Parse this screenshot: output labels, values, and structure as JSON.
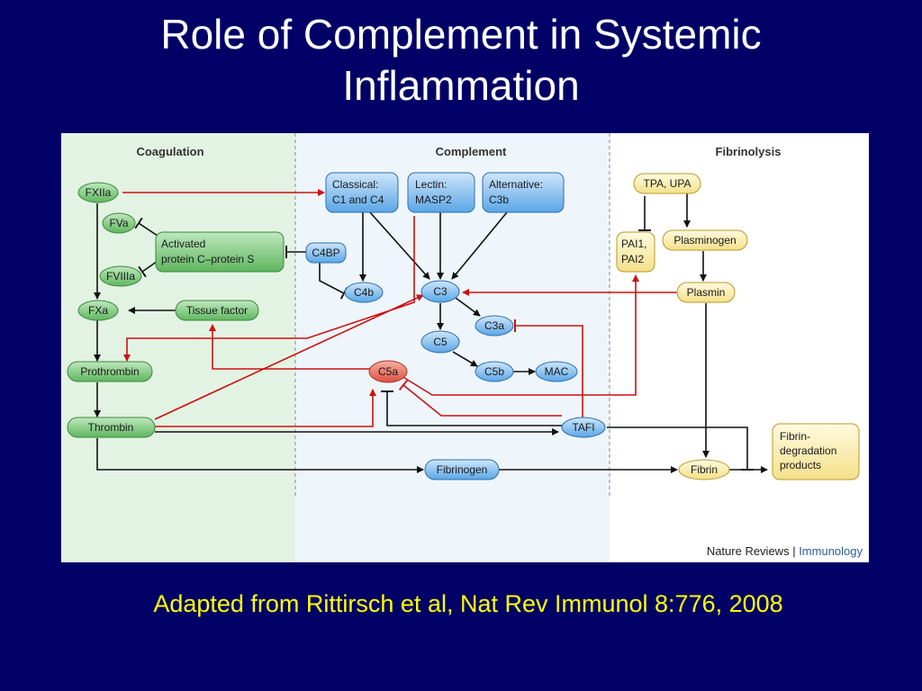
{
  "title": {
    "line1": "Role of Complement in Systemic",
    "line2": "Inflammation"
  },
  "figure": {
    "sections": {
      "coagulation": "Coagulation",
      "complement": "Complement",
      "fibrinolysis": "Fibrinolysis"
    },
    "nodes": {
      "fxiia": "FXIIa",
      "fva": "FVa",
      "fviiia": "FVIIIa",
      "apc1": "Activated",
      "apc2": "protein C–protein S",
      "fxa": "FXa",
      "tissue_factor": "Tissue factor",
      "prothrombin": "Prothrombin",
      "thrombin": "Thrombin",
      "classical1": "Classical:",
      "classical2": "C1 and C4",
      "lectin1": "Lectin:",
      "lectin2": "MASP2",
      "alternative1": "Alternative:",
      "alternative2": "C3b",
      "c4bp": "C4BP",
      "c4b": "C4b",
      "c3": "C3",
      "c3a": "C3a",
      "c5": "C5",
      "c5a": "C5a",
      "c5b": "C5b",
      "mac": "MAC",
      "tafi": "TAFI",
      "fibrinogen": "Fibrinogen",
      "tpa_upa": "TPA, UPA",
      "pai1": "PAI1,",
      "pai2": "PAI2",
      "plasminogen": "Plasminogen",
      "plasmin": "Plasmin",
      "fibrin": "Fibrin",
      "fdp1": "Fibrin-",
      "fdp2": "degradation",
      "fdp3": "products"
    },
    "credit": {
      "journal": "Nature Reviews",
      "sep": " | ",
      "section": "Immunology"
    },
    "colors": {
      "green": "#8ccf8c",
      "blue": "#7ab8ec",
      "yellow": "#fff3b5",
      "red_node": "#e8665a",
      "red_line": "#cc1111",
      "black_line": "#111111"
    }
  },
  "citation": "Adapted from Rittirsch et al, Nat Rev Immunol 8:776, 2008"
}
